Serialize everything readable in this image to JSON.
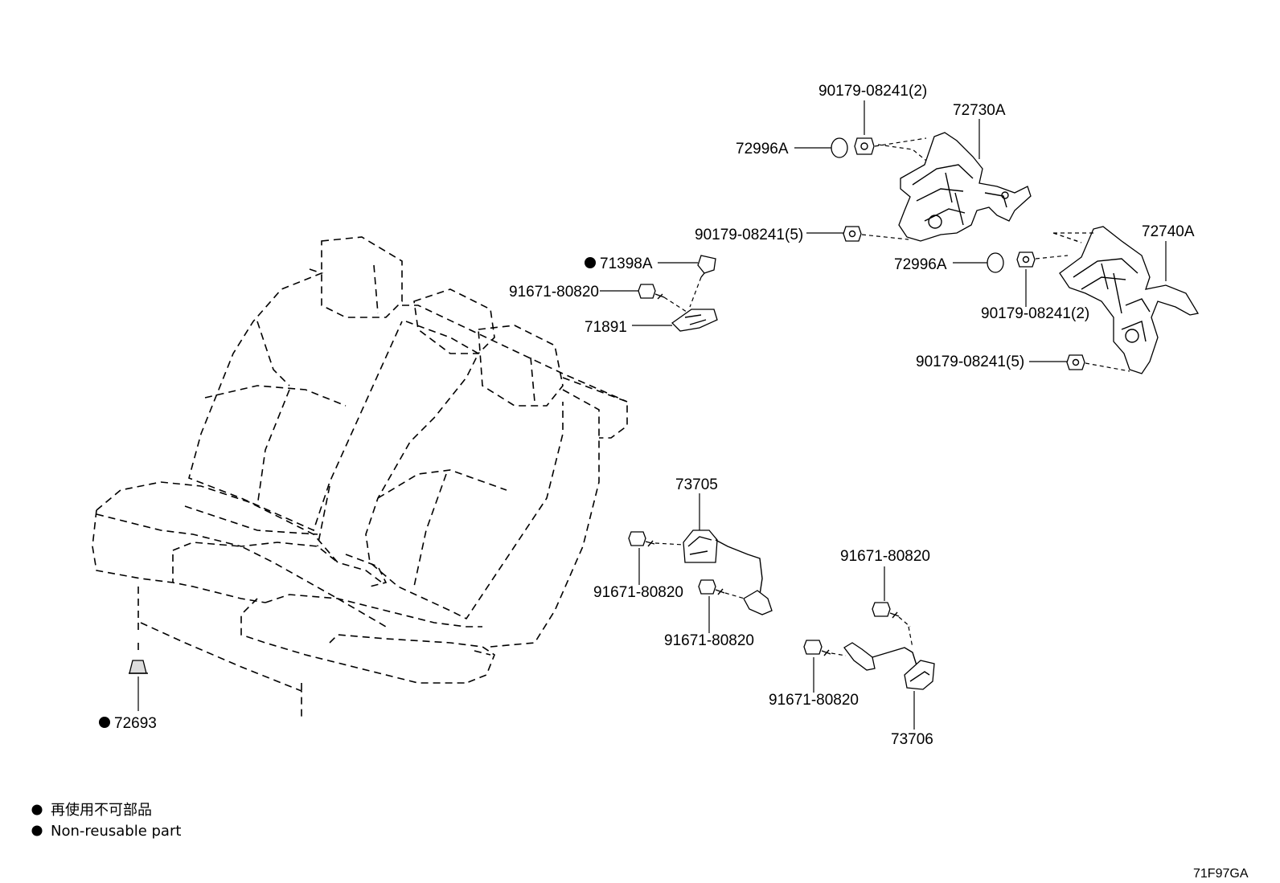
{
  "diagram": {
    "labels": {
      "p90179_2_top": "90179-08241(2)",
      "p72730A": "72730A",
      "p72996A_top": "72996A",
      "p90179_5_top": "90179-08241(5)",
      "p72740A": "72740A",
      "p72996A_mid": "72996A",
      "p90179_2_mid": "90179-08241(2)",
      "p90179_5_mid": "90179-08241(5)",
      "p71398A": "71398A",
      "p91671_a": "91671-80820",
      "p71891": "71891",
      "p73705": "73705",
      "p91671_b": "91671-80820",
      "p91671_c": "91671-80820",
      "p91671_d": "91671-80820",
      "p91671_e": "91671-80820",
      "p73706": "73706",
      "p72693": "72693"
    },
    "legend": {
      "line1": "再使用不可部品",
      "line2": "Non-reusable part"
    },
    "drawing_code": "71F97GA"
  }
}
